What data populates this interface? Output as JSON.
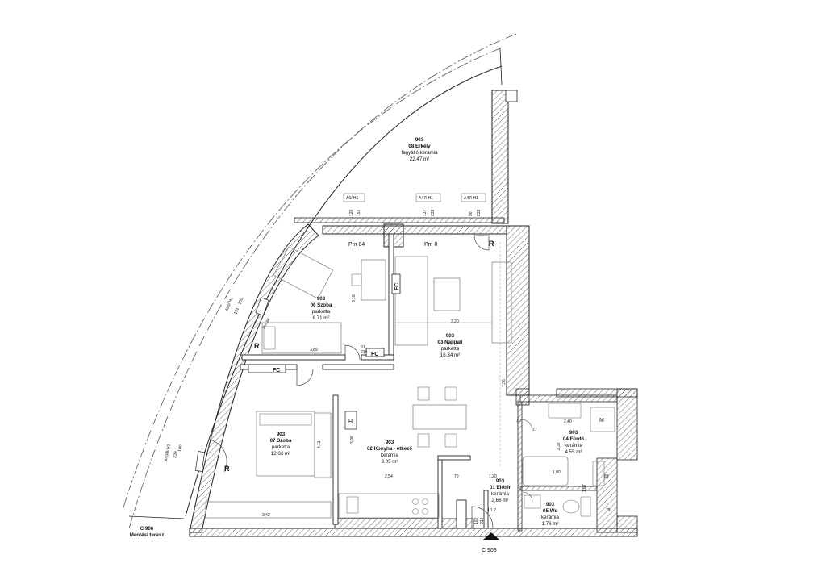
{
  "rooms": {
    "erkely": {
      "num": "903",
      "name": "08 Erkély",
      "floor": "fagyálló kerámia",
      "area": "22,47 m²"
    },
    "szoba06": {
      "num": "903",
      "name": "06 Szoba",
      "floor": "parketta",
      "area": "8,71 m²"
    },
    "nappali": {
      "num": "903",
      "name": "03 Nappali",
      "floor": "parketta",
      "area": "16,34 m²"
    },
    "szoba07": {
      "num": "903",
      "name": "07 Szoba",
      "floor": "parketta",
      "area": "12,63 m²"
    },
    "konyha": {
      "num": "903",
      "name": "02 Konyha - étkező",
      "floor": "kerámia",
      "area": "9,05 m²"
    },
    "eloter": {
      "num": "903",
      "name": "01 Előtér",
      "floor": "kerámia",
      "area": "2,66 m²"
    },
    "furdo": {
      "num": "903",
      "name": "04 Fürdő",
      "floor": "kerámia",
      "area": "4,55 m²"
    },
    "wc": {
      "num": "903",
      "name": "05 Wc",
      "floor": "kerámia",
      "area": "1,76 m²"
    }
  },
  "window_tags": {
    "a6": "A6/ H1",
    "a47_1": "A47/ H1",
    "a47_2": "A47/ H1",
    "a26": "A26/ H1",
    "a40": "A40/B H1"
  },
  "dims": {
    "a6_w": "120",
    "a6_h": "151",
    "a47a_w": "137",
    "a47a_h": "239",
    "a47b_w": "90",
    "a47b_h": "239",
    "a26_w": "150",
    "a26_h": "151",
    "a40_w": "100",
    "a40_h": "239",
    "d_389": "3,89",
    "d_320": "3,20",
    "d_254": "2,54",
    "d_342": "3,42",
    "d_120": "1,20",
    "d_180": "1,80",
    "d_240": "2,40",
    "d_736": "7,36",
    "d_318": "3,18",
    "d_396": "3,96",
    "d_411": "4,11",
    "d_237": "2,37",
    "d_157": "1,57",
    "d_91": "91",
    "d_214": "214",
    "d_77": "77",
    "d_70": "70",
    "d_88": "88",
    "d_102": "102",
    "d_212": "212",
    "d_79": "79",
    "d_10": "10"
  },
  "marks": {
    "pm84_top": "Pm 84",
    "pm84_side": "Pm 84",
    "pm0": "Pm 0",
    "fc1": "FC",
    "fc2": "FC",
    "fc3": "FC",
    "r1": "R",
    "r2": "R",
    "r3": "R",
    "h": "H",
    "m": "M",
    "l12": "L1.2"
  },
  "section_label": "C 903",
  "terrace": {
    "code": "C 906",
    "name": "Mentési terasz"
  }
}
